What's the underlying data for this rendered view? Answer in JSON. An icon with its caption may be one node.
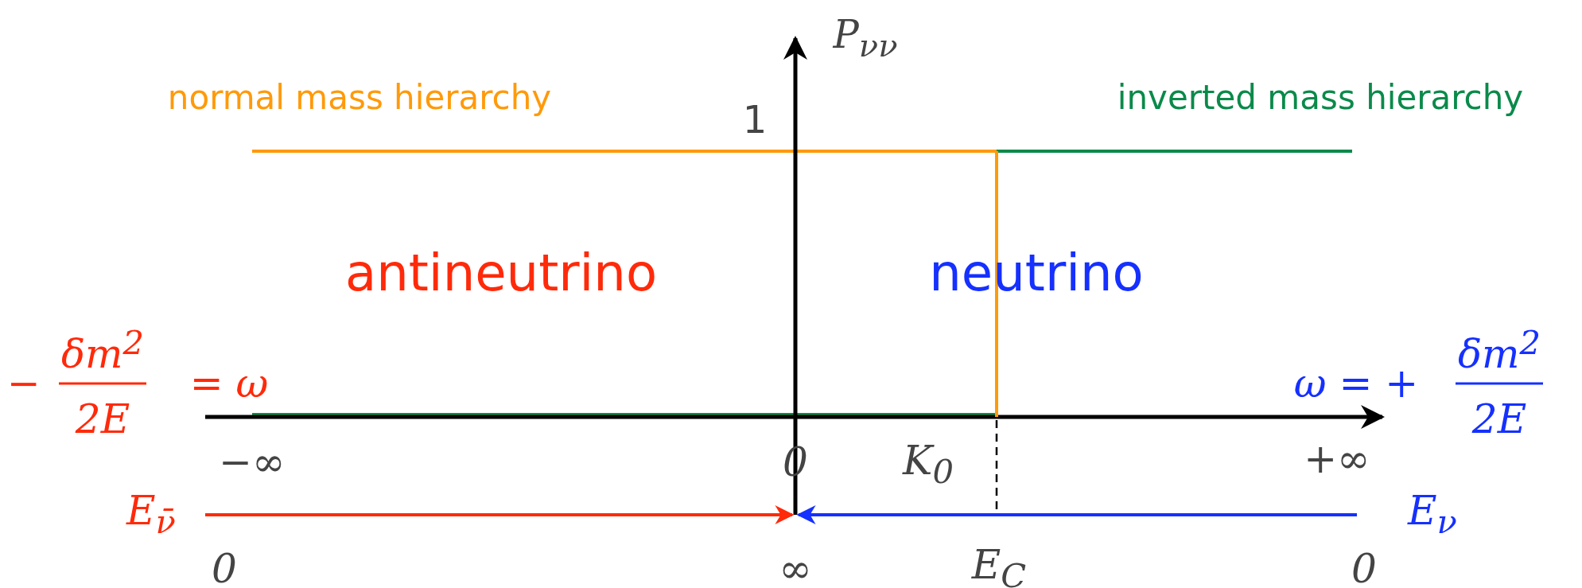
{
  "diagram": {
    "labels": [
      "P$_{νν}$",
      "normal mass hierarchy",
      "inverted mass hierarchy",
      "1",
      "antineutrino",
      "neutrino",
      "−",
      "δm$^{2}$",
      "2E",
      "= ω",
      "ω = +",
      "δm$^{2}$",
      "2E",
      "−∞",
      "0",
      "K$_{0}$",
      "+∞",
      "E$_{ν̄}$",
      "E$_{ν}$",
      "0",
      "∞",
      "E$_{C}$",
      "0"
    ]
  }
}
